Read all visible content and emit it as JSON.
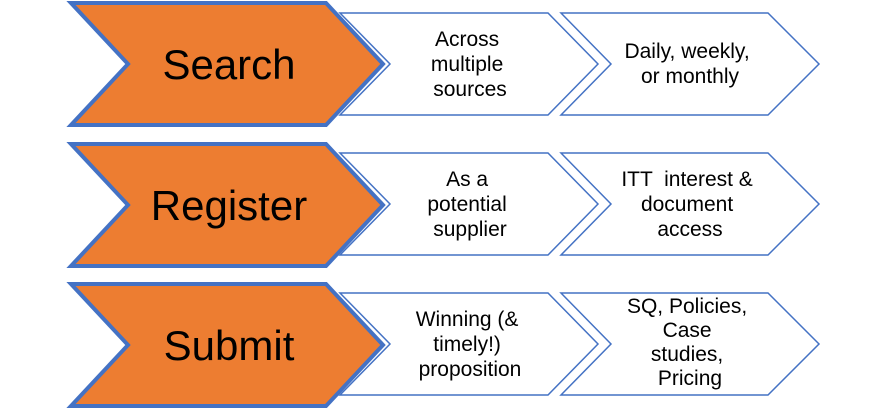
{
  "colors": {
    "main_fill": "#ED7D31",
    "main_stroke": "#4472C4",
    "secondary_fill": "#FFFFFF",
    "secondary_stroke": "#4472C4",
    "main_text": "#000000",
    "secondary_text": "#000000"
  },
  "rows": [
    {
      "title": "Search",
      "steps": [
        {
          "lines": [
            "Across",
            "multiple",
            "sources"
          ]
        },
        {
          "lines": [
            "Daily, weekly,",
            "or monthly"
          ]
        }
      ]
    },
    {
      "title": "Register",
      "steps": [
        {
          "lines": [
            "As a",
            "potential",
            "supplier"
          ]
        },
        {
          "lines": [
            "ITT  interest &",
            "document",
            "access"
          ]
        }
      ]
    },
    {
      "title": "Submit",
      "steps": [
        {
          "lines": [
            "Winning (&",
            "timely!)",
            "proposition"
          ]
        },
        {
          "lines": [
            "SQ, Policies,",
            "Case",
            "studies,",
            "Pricing"
          ]
        }
      ]
    }
  ]
}
